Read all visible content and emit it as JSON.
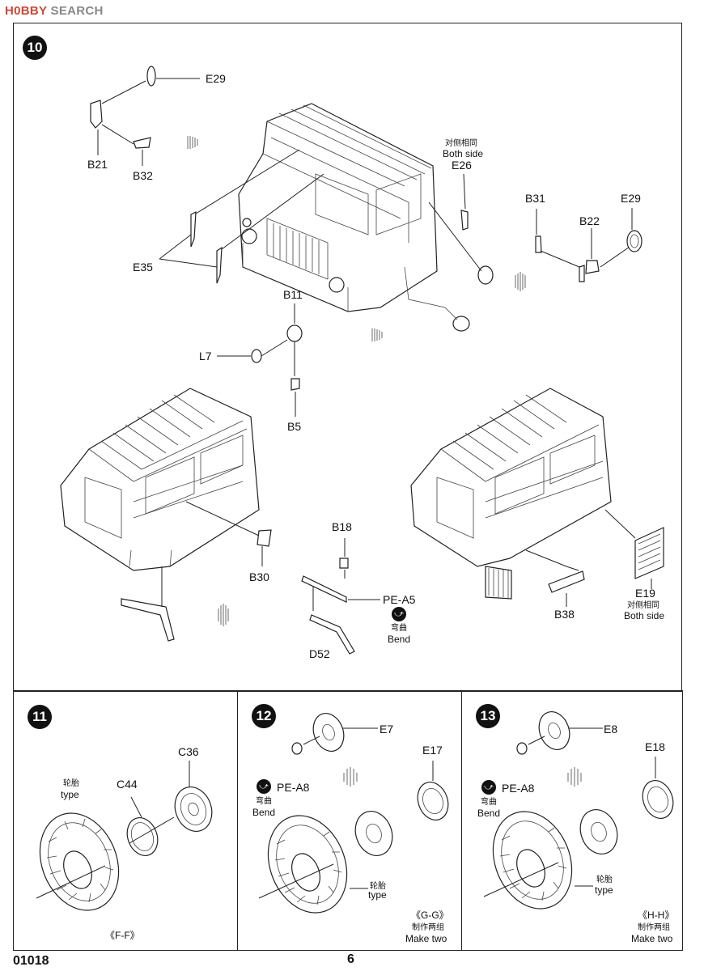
{
  "watermark": {
    "brand_a": "H0BBY",
    "brand_b": " SEARCH"
  },
  "steps": {
    "s10": "10",
    "s11": "11",
    "s12": "12",
    "s13": "13"
  },
  "labels": {
    "E29a": "E29",
    "B21": "B21",
    "B32": "B32",
    "E26_zh": "对侧相同",
    "E26_en": "Both side",
    "E26": "E26",
    "B31": "B31",
    "E29b": "E29",
    "B22": "B22",
    "E35": "E35",
    "B11": "B11",
    "L7": "L7",
    "B5": "B5",
    "B30": "B30",
    "B18": "B18",
    "PE_A5": "PE-A5",
    "bend_zh": "弯曲",
    "bend_en": "Bend",
    "D52": "D52",
    "E19": "E19",
    "E19_zh": "对侧相同",
    "E19_en": "Both side",
    "B38": "B38"
  },
  "panel11": {
    "tire_zh": "轮胎",
    "tire_en": "type",
    "C44": "C44",
    "C36": "C36",
    "section": "《F-F》"
  },
  "panel12": {
    "E7": "E7",
    "PE_A8": "PE-A8",
    "bend_zh": "弯曲",
    "bend_en": "Bend",
    "E17": "E17",
    "tire_zh": "轮胎",
    "tire_en": "type",
    "section": "《G-G》",
    "make_zh": "制作两组",
    "make_en": "Make  two"
  },
  "panel13": {
    "E8": "E8",
    "PE_A8": "PE-A8",
    "bend_zh": "弯曲",
    "bend_en": "Bend",
    "E18": "E18",
    "tire_zh": "轮胎",
    "tire_en": "type",
    "section": "《H-H》",
    "make_zh": "制作两组",
    "make_en": "Make  two"
  },
  "footer": {
    "code": "01018",
    "page": "6"
  }
}
